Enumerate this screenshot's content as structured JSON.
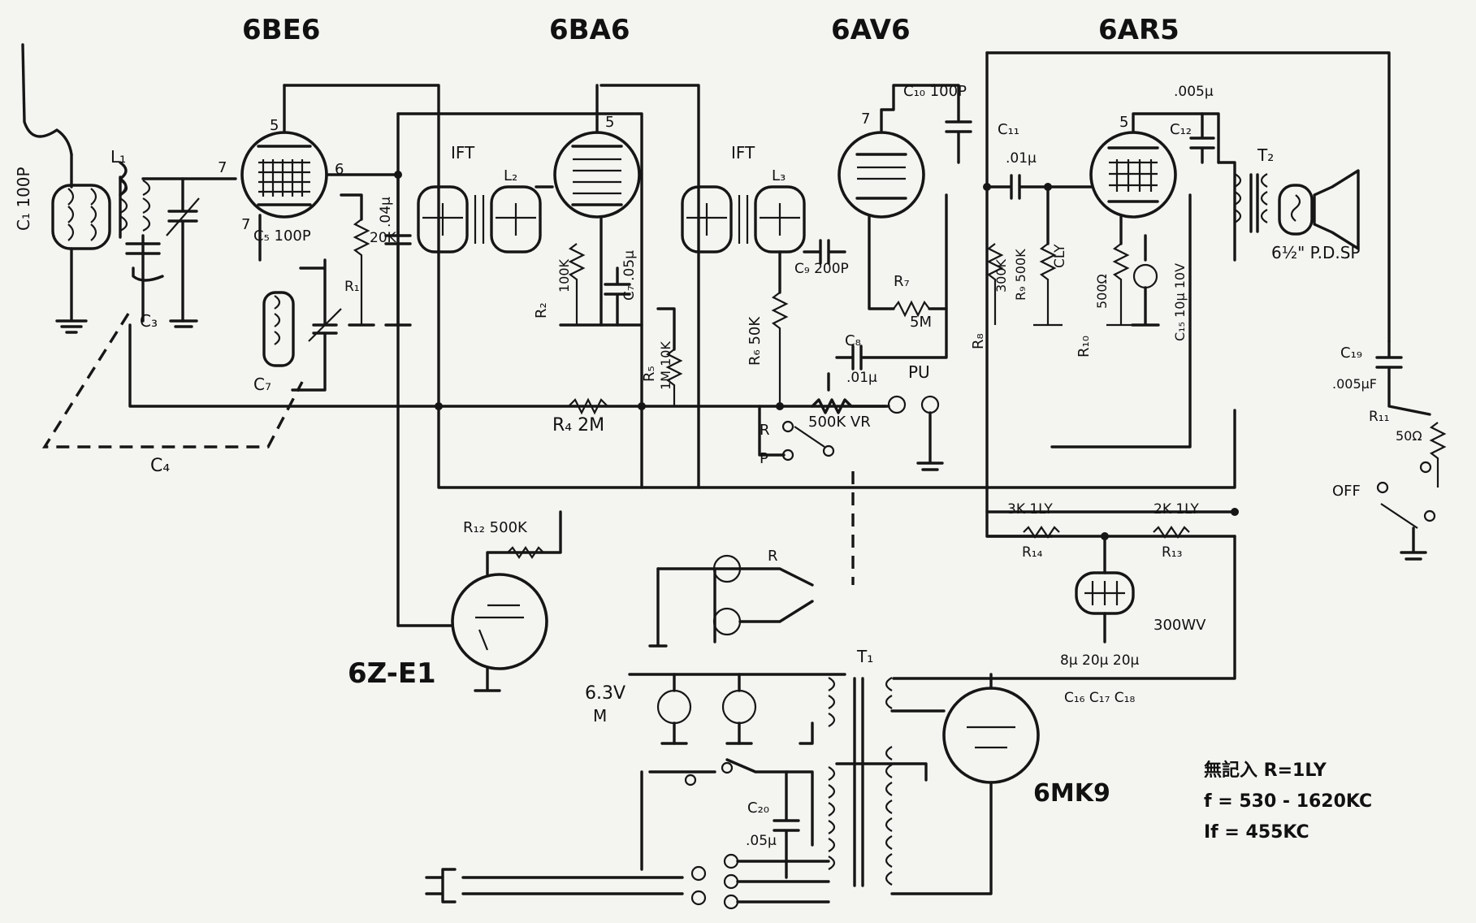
{
  "tubes": {
    "t1": "6BE6",
    "t2": "6BA6",
    "t3": "6AV6",
    "t4": "6AR5",
    "t5": "6Z-E1",
    "t6": "6MK9"
  },
  "labels": {
    "c1": "C₁ 100P",
    "l1": "L₁",
    "c3": "C₃",
    "c4": "C₄",
    "c7": "C₇",
    "c5": "C₅ 100P",
    "r20": "20K",
    "r1": "R₁",
    "c04": ".04μ",
    "ifta": "IFT",
    "iftb": "IFT",
    "l2": "L₂",
    "l3": "L₃",
    "r2": "R₂",
    "r2v": "100K",
    "c7b": "C₇ .05μ",
    "r5": "R₅",
    "r5v": "1M 10K",
    "r4": "R₄ 2M",
    "r6": "R₆ 50K",
    "cp": "C₉ 200P",
    "c10": "C₁₀ 100P",
    "c11": "C₁₁",
    "c11v": ".01μ",
    "c12": "C₁₂",
    "c12v": ".005μ",
    "r7": "R₇",
    "r7v": "5M",
    "r8": "R₈",
    "r8v": "300K",
    "r9": "R₉ 500K",
    "r10": "R₁₀",
    "r10v": "500Ω",
    "c15": "C₁₅ 10μ 10V",
    "cly": "CLY",
    "c8": "C₈",
    "c8v": ".01μ",
    "pu": "PU",
    "vr": "500K VR",
    "p": "P",
    "r500": "R₁₂ 500K",
    "t2lbl": "T₂",
    "spk": "6½\" P.D.SP",
    "c19": "C₁₉",
    "c19v": ".005μF",
    "r11": "R₁₁",
    "r11v": "50Ω",
    "off": "OFF",
    "r3k": "3K 1LY",
    "r2k": "2K 1LY",
    "r14": "R₁₄",
    "r13": "R₁₃",
    "c300": "300WV",
    "cvals": "8μ 20μ 20μ",
    "cnames": "C₁₆ C₁₇ C₁₈",
    "t1lbl": "T₁",
    "v63": "6.3V",
    "v63b": "M",
    "c20": "C₂₀",
    "c20v": ".05μ",
    "rr": "R"
  },
  "notes": {
    "line1": "無記入 R=1LY",
    "line2": "f = 530 - 1620KC",
    "line3": "If = 455KC"
  }
}
